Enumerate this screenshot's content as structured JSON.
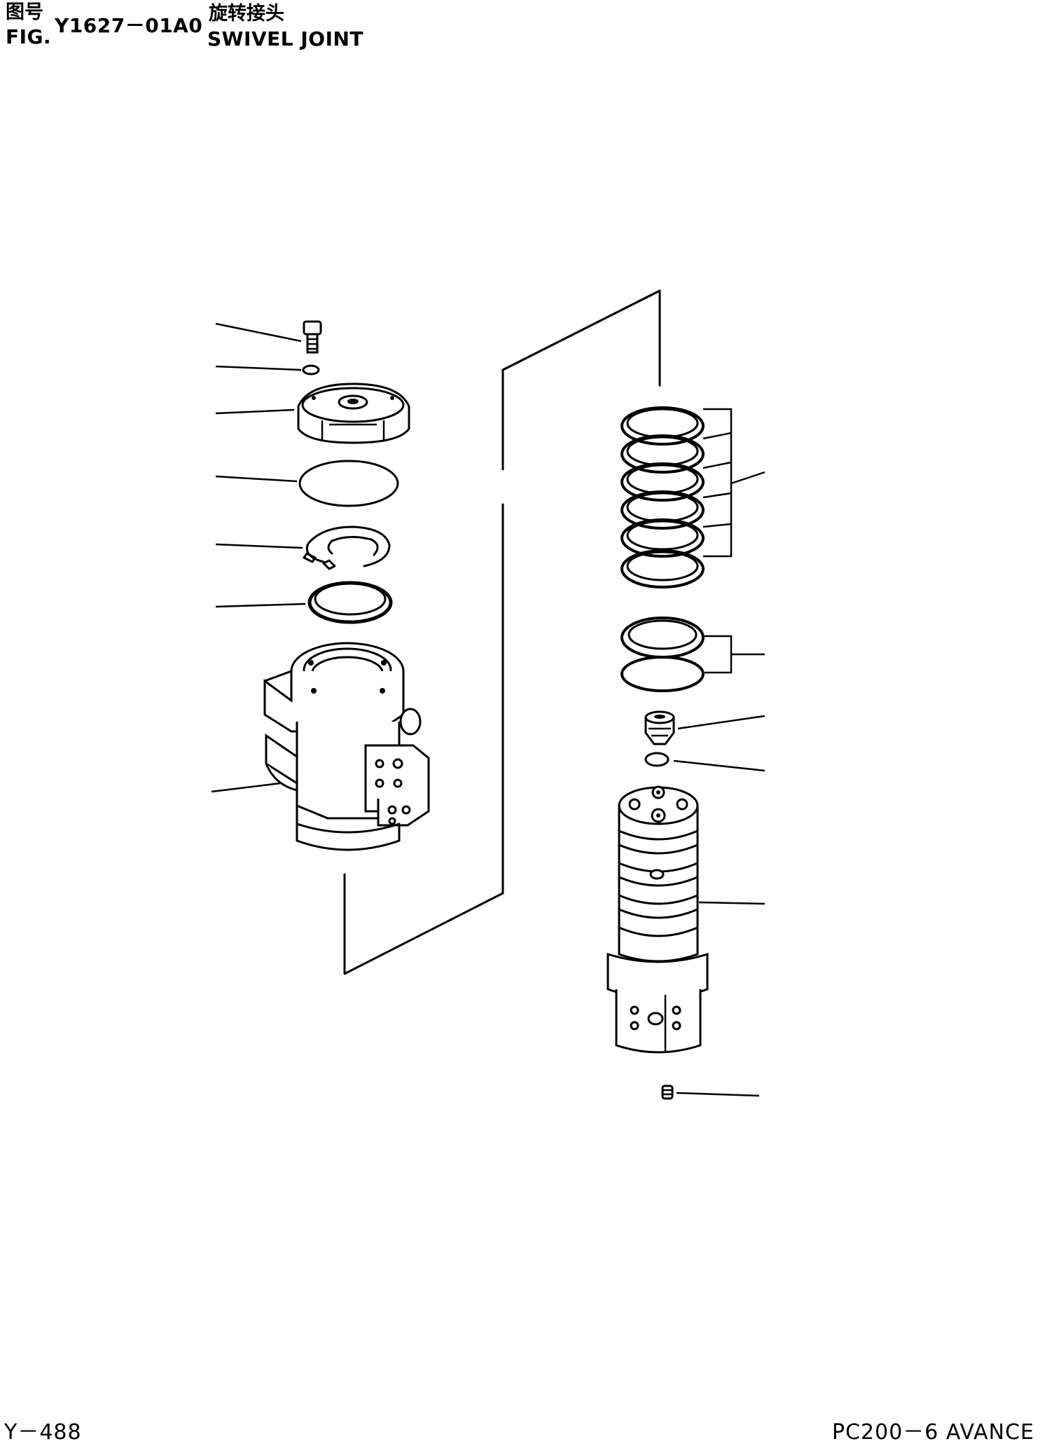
{
  "header": {
    "fig_label_cn": "图号",
    "fig_label_en": "FIG.",
    "fig_number": "Y1627－01A0",
    "title_cn": "旋转接头",
    "title_en": "SWIVEL JOINT"
  },
  "footer": {
    "page_number": "Y－488",
    "model": "PC200－6 AVANCE"
  }
}
